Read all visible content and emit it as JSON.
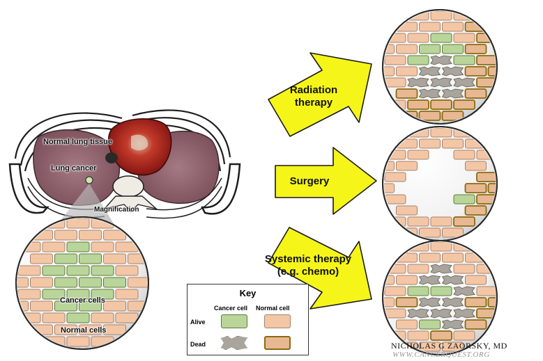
{
  "labels": {
    "normal_lung_tissue": "Normal lung tissue",
    "lung_cancer": "Lung cancer",
    "magnification": "Magnification",
    "cancer_cells": "Cancer cells",
    "normal_cells": "Normal cells"
  },
  "therapies": [
    {
      "line1": "Radiation",
      "line2": "therapy"
    },
    {
      "line1": "Surgery",
      "line2": ""
    },
    {
      "line1": "Systemic therapy",
      "line2": "(e.g. chemo)"
    }
  ],
  "key": {
    "title": "Key",
    "col_cancer": "Cancer cell",
    "col_normal": "Normal cell",
    "row_alive": "Alive",
    "row_dead": "Dead"
  },
  "credit": {
    "author": "NICHOLAS G ZAORSKY, MD",
    "site": "WWW.CANCERQUEST.ORG"
  },
  "colors": {
    "cancer_alive": "#b9d59a",
    "normal_alive": "#f3c7a6",
    "dead_cell": "#a9a59c",
    "normal_dead_border": "#8a6a10",
    "arrow": "#f5f51a",
    "lung": "#8c5d68",
    "heart": "#b01818"
  }
}
